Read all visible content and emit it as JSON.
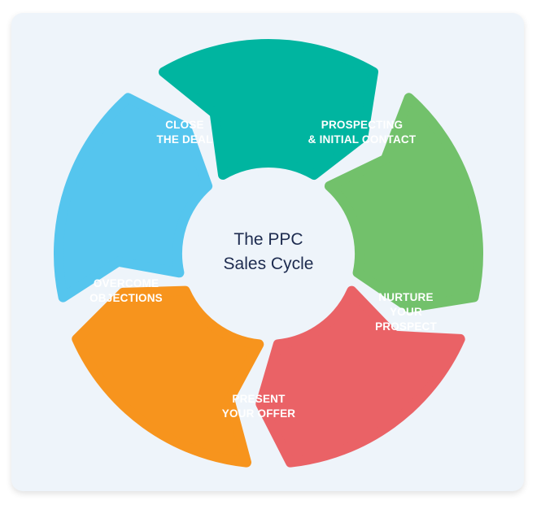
{
  "diagram": {
    "title_line1": "The PPC",
    "title_line2": "Sales Cycle",
    "segments": [
      {
        "label": "CLOSE\nTHE DEAL",
        "color": "#00b5a0"
      },
      {
        "label": "PROSPECTING\n& INITIAL CONTACT",
        "color": "#72c16b"
      },
      {
        "label": "NURTURE\nYOUR\nPROSPECT",
        "color": "#ea6266"
      },
      {
        "label": "PRESENT\nYOUR OFFER",
        "color": "#f7941d"
      },
      {
        "label": "OVERCOME\nOBJECTIONS",
        "color": "#55c5ee"
      }
    ]
  }
}
